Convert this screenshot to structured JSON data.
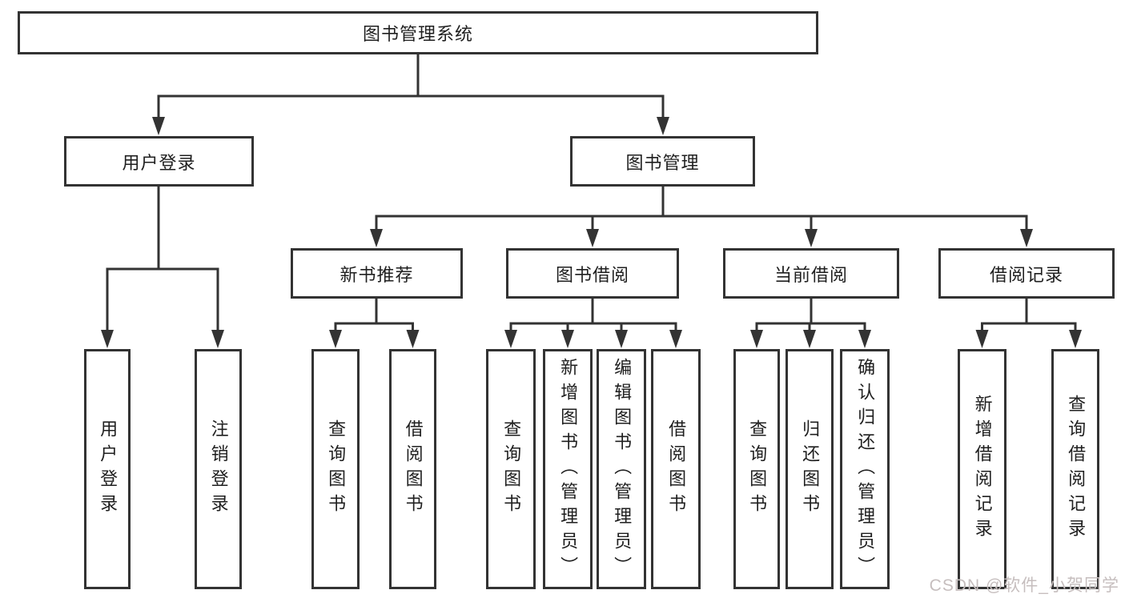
{
  "diagram": {
    "type": "tree",
    "nodes": {
      "root": "图书管理系统",
      "login": "用户登录",
      "manage": "图书管理",
      "recommend": "新书推荐",
      "borrow": "图书借阅",
      "current": "当前借阅",
      "records": "借阅记录",
      "login_leaves": [
        "用户登录",
        "注销登录"
      ],
      "recommend_leaves": [
        "查询图书",
        "借阅图书"
      ],
      "borrow_leaves": [
        "查询图书",
        "新增图书（管理员）",
        "编辑图书（管理员）",
        "借阅图书"
      ],
      "current_leaves": [
        "查询图书",
        "归还图书",
        "确认归还（管理员）"
      ],
      "records_leaves": [
        "新增借阅记录",
        "查询借阅记录"
      ]
    },
    "colors": {
      "line": "#333333",
      "box_border": "#333333",
      "box_fill": "#ffffff",
      "text": "#1f1f1f",
      "watermark": "#c6bebe",
      "background": "#ffffff"
    }
  },
  "watermark": "CSDN @软件_小贺同学"
}
